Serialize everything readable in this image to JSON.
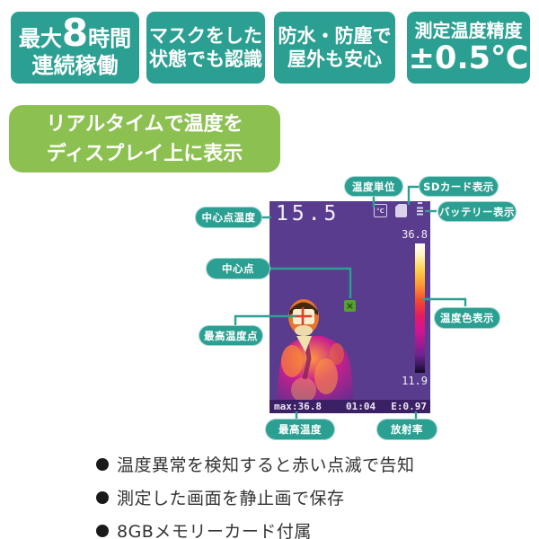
{
  "features": [
    {
      "line1_prefix": "最大",
      "line1_big": "8",
      "line1_suffix": "時間",
      "line2": "連続稼働"
    },
    {
      "line1": "マスクをした",
      "line2": "状態でも認識"
    },
    {
      "line1": "防水・防塵で",
      "line2": "屋外も安心"
    },
    {
      "line1": "測定温度精度",
      "line2": "±0.5℃"
    }
  ],
  "banner": {
    "line1": "リアルタイムで温度を",
    "line2": "ディスプレイ上に表示"
  },
  "display": {
    "center_temp": "15.5",
    "temp_unit_icon_label": "°C",
    "scale_max": "36.8",
    "scale_min": "11.9",
    "status_max": "max:36.8",
    "status_time": "01:04",
    "status_emissivity": "E:0.97",
    "center_cross_glyph": "×"
  },
  "callouts": {
    "temp_unit": "温度単位",
    "sd_card": "SDカード表示",
    "battery": "バッテリー表示",
    "center_temp": "中心点温度",
    "center_point": "中心点",
    "max_temp_point": "最高温度点",
    "color_scale": "温度色表示",
    "max_temp": "最高温度",
    "emissivity": "放射率"
  },
  "bullets": [
    "温度異常を検知すると赤い点滅で告知",
    "測定した画面を静止画で保存",
    "8GBメモリーカード付属"
  ],
  "colors": {
    "teal": "#2ba092",
    "green": "#8cc152",
    "display_bg": "#593c8e",
    "status_bar_bg": "#3b2065",
    "crosshair_red": "#e23b2e",
    "crosshair_green": "#55a02e",
    "text_dark": "#333333"
  }
}
